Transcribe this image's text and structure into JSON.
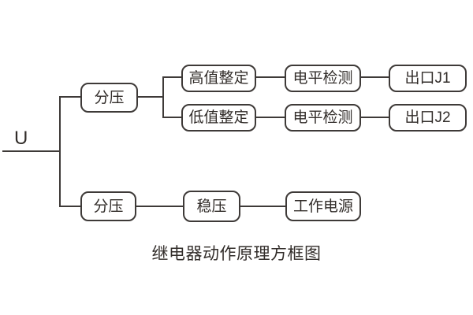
{
  "diagram": {
    "input_label": "U",
    "caption": "继电器动作原理方框图",
    "blocks": {
      "divider_top": "分压",
      "high_value_setting": "高值整定",
      "level_detect_1": "电平检测",
      "output_j1": "出口J1",
      "low_value_setting": "低值整定",
      "level_detect_2": "电平检测",
      "output_j2": "出口J2",
      "divider_bottom": "分压",
      "voltage_regulator": "稳压",
      "working_power": "工作电源"
    },
    "colors": {
      "line": "#3e3a38",
      "box_border": "#3e3a38",
      "box_fill": "#ffffff",
      "text": "#322d2a",
      "background": "#ffffff"
    }
  }
}
